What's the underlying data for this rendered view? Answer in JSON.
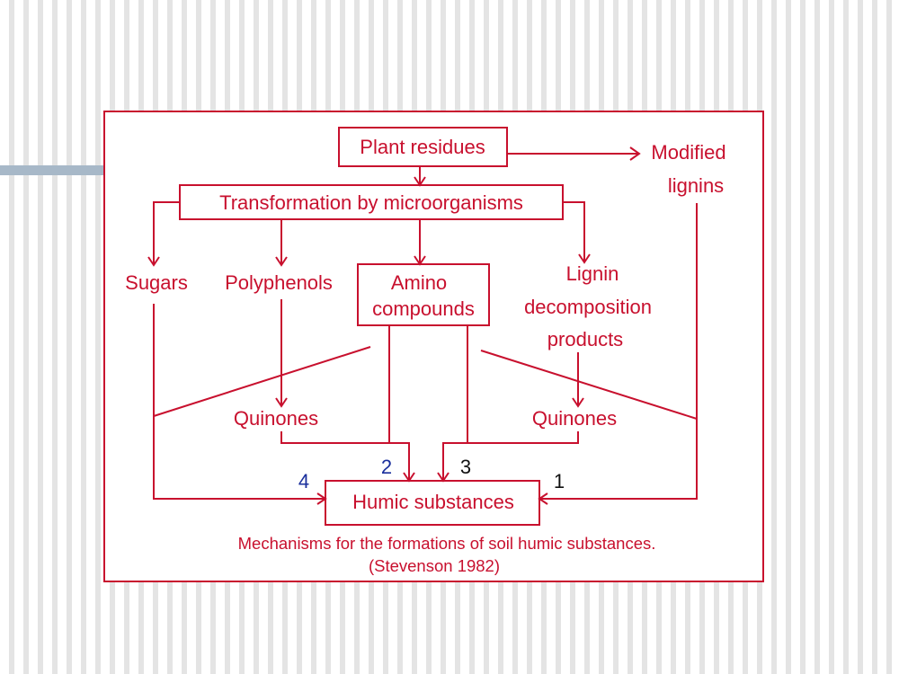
{
  "colors": {
    "diagram_red": "#c8102e",
    "accent_bar": "#a7b8c8",
    "number_blue": "#1a2f9c",
    "number_black": "#111111"
  },
  "nodes": {
    "plant_residues": "Plant residues",
    "modified_lignins_line1": "Modified",
    "modified_lignins_line2": "lignins",
    "transformation": "Transformation by microorganisms",
    "sugars": "Sugars",
    "polyphenols": "Polyphenols",
    "amino_line1": "Amino",
    "amino_line2": "compounds",
    "lignin_line1": "Lignin",
    "lignin_line2": "decomposition",
    "lignin_line3": "products",
    "quinones_left": "Quinones",
    "quinones_right": "Quinones",
    "humic": "Humic substances"
  },
  "pathway_numbers": {
    "n1": "1",
    "n2": "2",
    "n3": "3",
    "n4": "4"
  },
  "caption": {
    "line1": "Mechanisms for the formations of soil humic substances.",
    "line2": "(Stevenson 1982)"
  }
}
